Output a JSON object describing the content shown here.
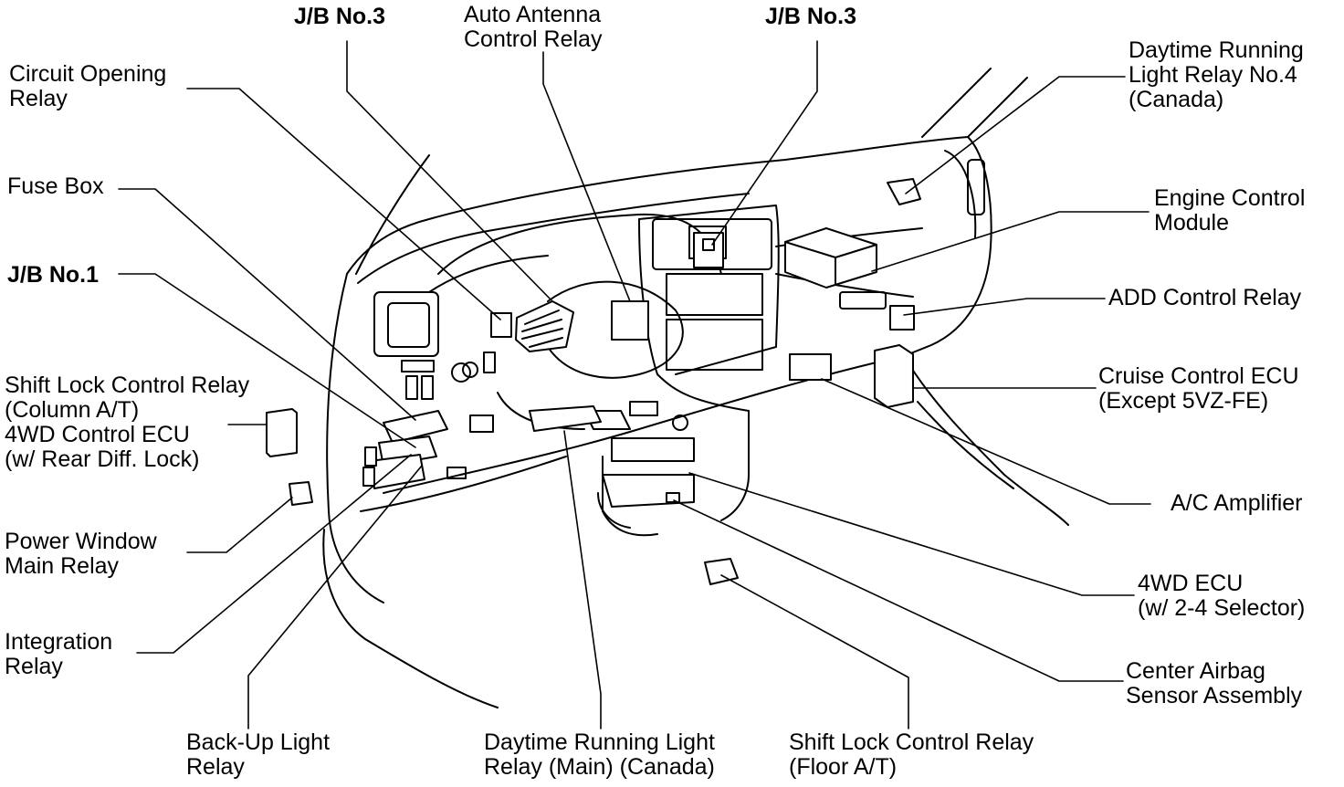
{
  "labels": {
    "jb3_left": [
      "J/B No.3"
    ],
    "auto_antenna": [
      "Auto Antenna",
      "Control Relay"
    ],
    "jb3_right": [
      "J/B No.3"
    ],
    "drl_no4": [
      "Daytime Running",
      "Light Relay No.4",
      "(Canada)"
    ],
    "circuit_opening": [
      "Circuit Opening",
      "Relay"
    ],
    "fuse_box": [
      "Fuse Box"
    ],
    "engine_control": [
      "Engine Control",
      "Module"
    ],
    "jb1": [
      "J/B No.1"
    ],
    "add_control": [
      "ADD Control Relay"
    ],
    "shift_lock_column": [
      "Shift Lock Control Relay",
      "(Column A/T)",
      "4WD Control ECU",
      "(w/ Rear Diff. Lock)"
    ],
    "cruise_control": [
      "Cruise Control ECU",
      "(Except 5VZ-FE)"
    ],
    "ac_amplifier": [
      "A/C Amplifier"
    ],
    "power_window": [
      "Power Window",
      "Main Relay"
    ],
    "ecu_4wd": [
      "4WD ECU",
      "(w/ 2-4 Selector)"
    ],
    "integration": [
      "Integration",
      "Relay"
    ],
    "center_airbag": [
      "Center Airbag",
      "Sensor Assembly"
    ],
    "backup_light": [
      "Back-Up Light",
      "Relay"
    ],
    "drl_main": [
      "Daytime Running Light",
      "Relay (Main) (Canada)"
    ],
    "shift_lock_floor": [
      "Shift Lock Control Relay",
      "(Floor A/T)"
    ]
  }
}
